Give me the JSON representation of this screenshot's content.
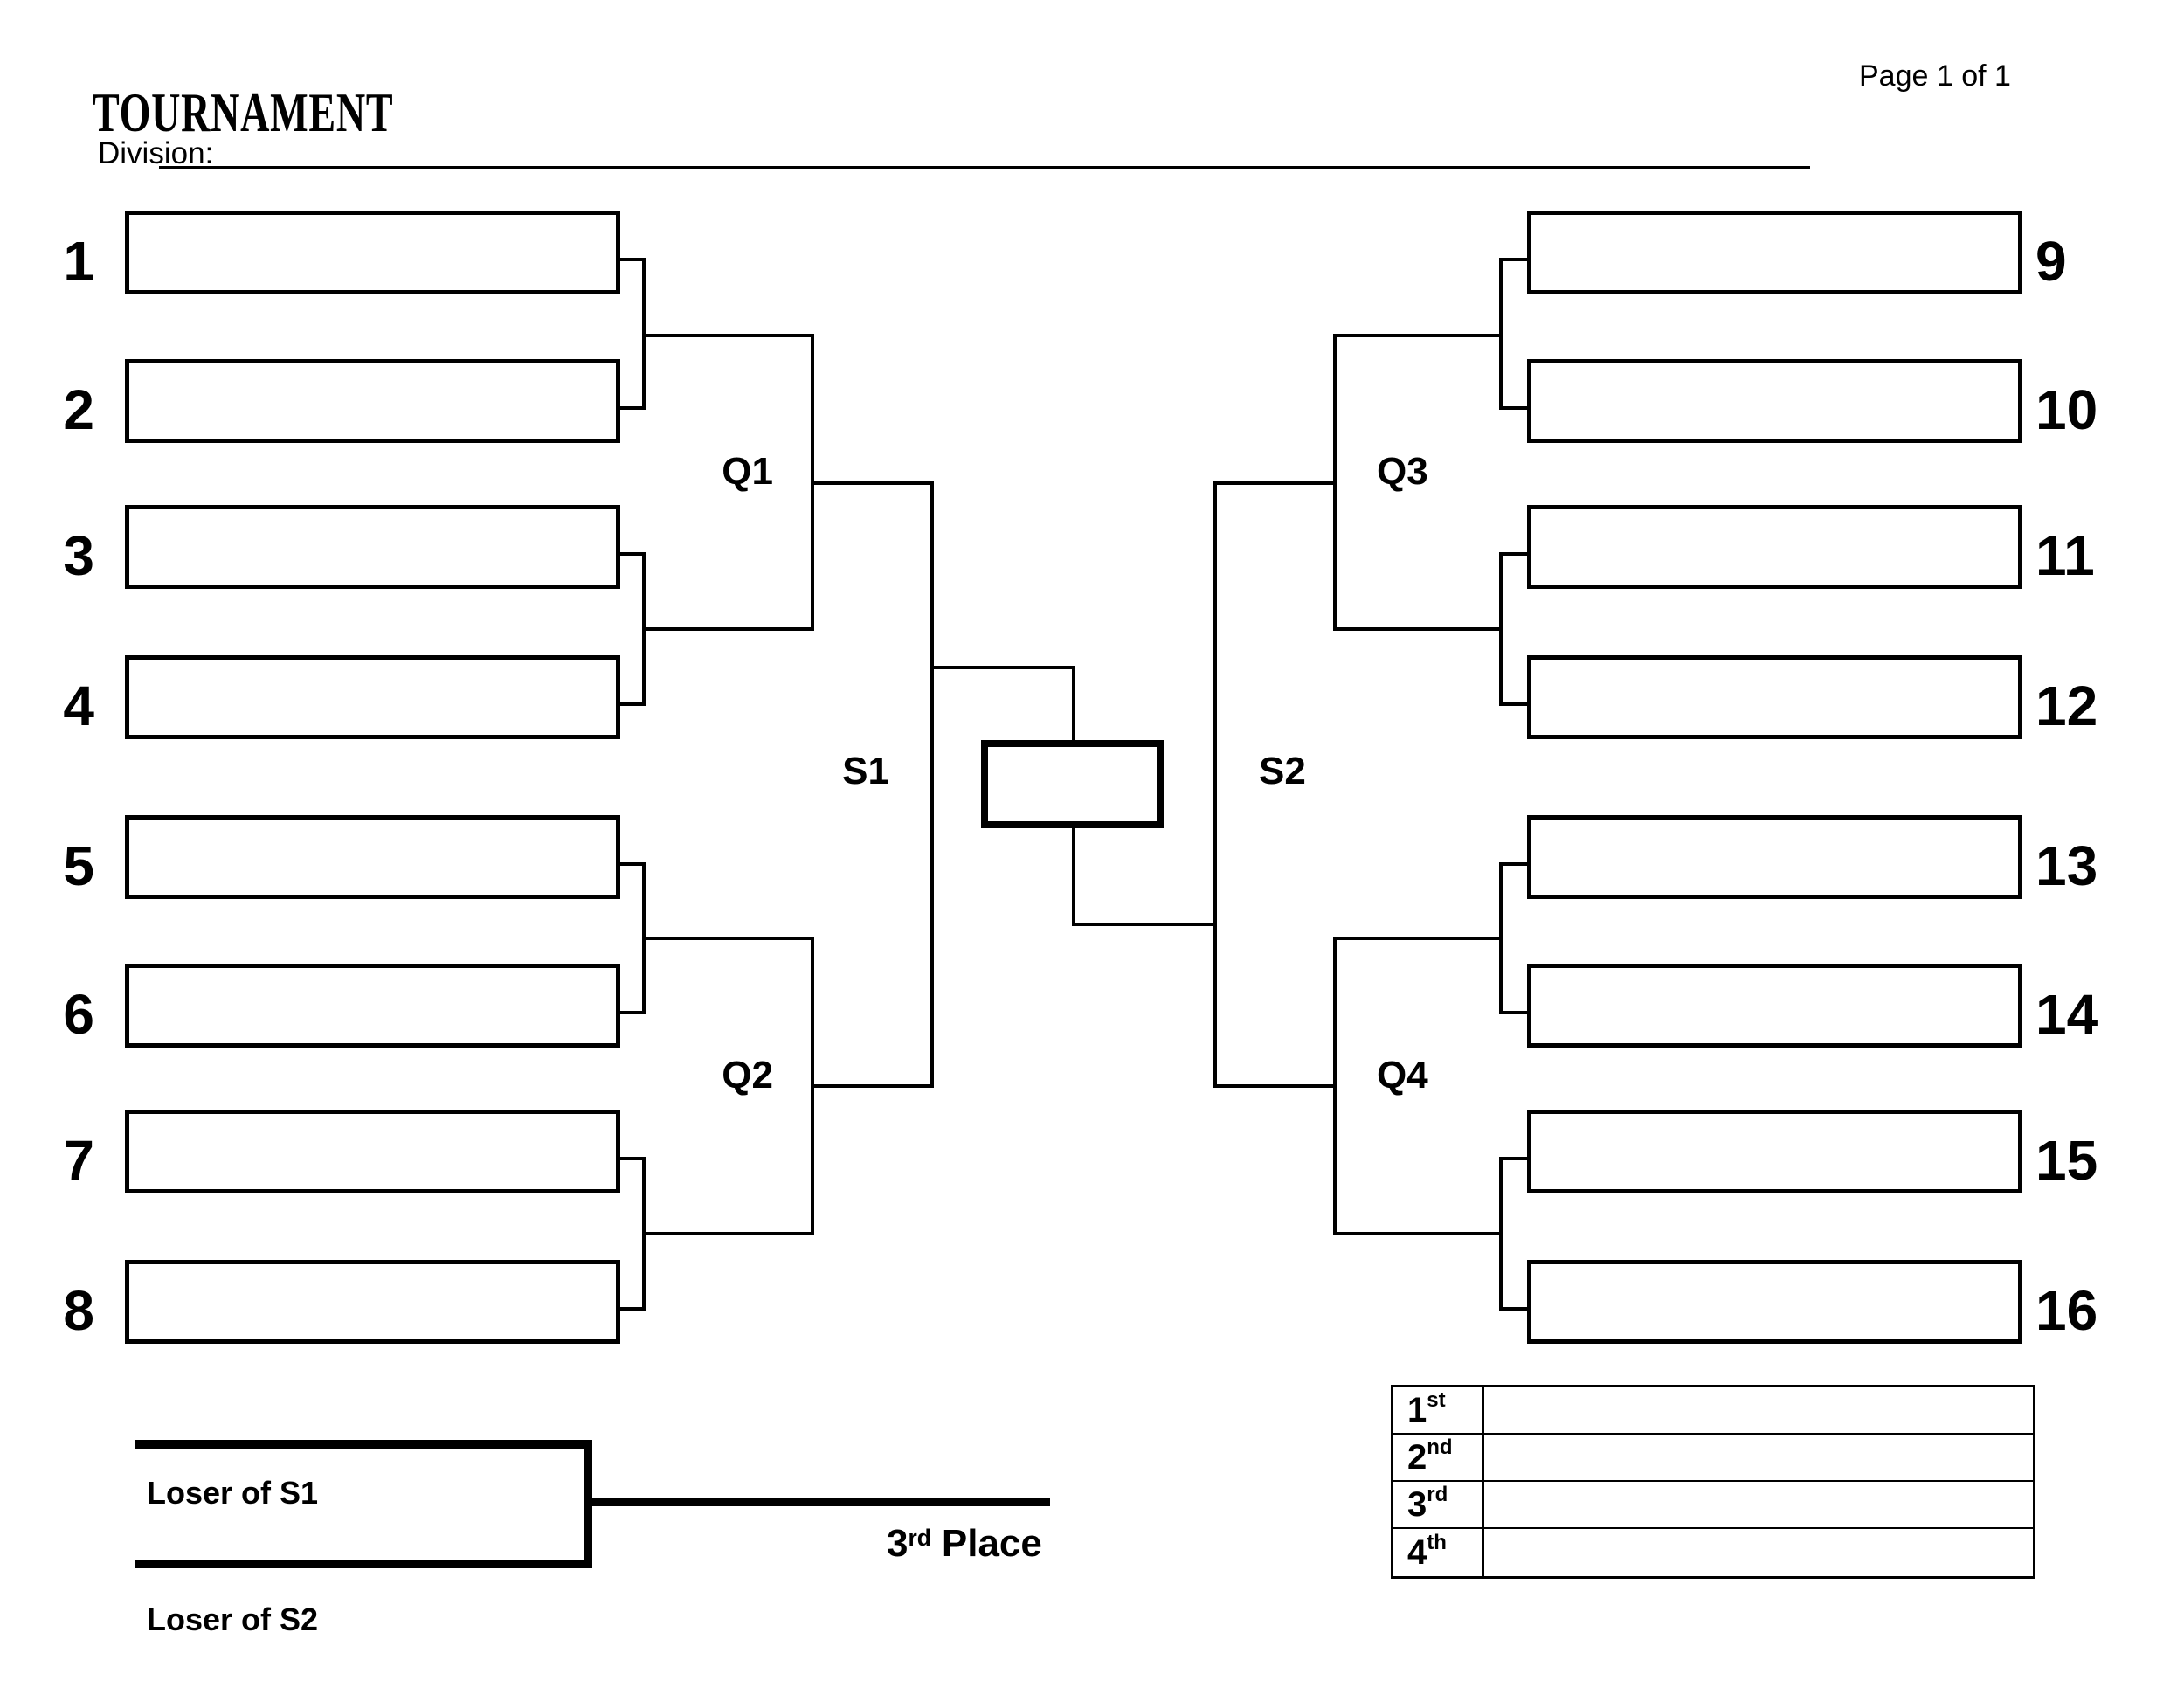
{
  "header": {
    "title": "TOURNAMENT",
    "page": "Page 1 of 1",
    "division_label": "Division:",
    "division_value": ""
  },
  "bracket": {
    "seeds": [
      "1",
      "2",
      "3",
      "4",
      "5",
      "6",
      "7",
      "8",
      "9",
      "10",
      "11",
      "12",
      "13",
      "14",
      "15",
      "16"
    ],
    "players": [
      "",
      "",
      "",
      "",
      "",
      "",
      "",
      "",
      "",
      "",
      "",
      "",
      "",
      "",
      "",
      ""
    ],
    "rounds": {
      "q1": "Q1",
      "q2": "Q2",
      "q3": "Q3",
      "q4": "Q4",
      "s1": "S1",
      "s2": "S2"
    },
    "final": ""
  },
  "consolation": {
    "loser_s1": "Loser of S1",
    "loser_s2": "Loser of S2",
    "third_place": {
      "number": "3",
      "suffix": "rd",
      "word": "Place"
    }
  },
  "results": {
    "rows": [
      {
        "place": "1",
        "suffix": "st",
        "name": ""
      },
      {
        "place": "2",
        "suffix": "nd",
        "name": ""
      },
      {
        "place": "3",
        "suffix": "rd",
        "name": ""
      },
      {
        "place": "4",
        "suffix": "th",
        "name": ""
      }
    ]
  }
}
